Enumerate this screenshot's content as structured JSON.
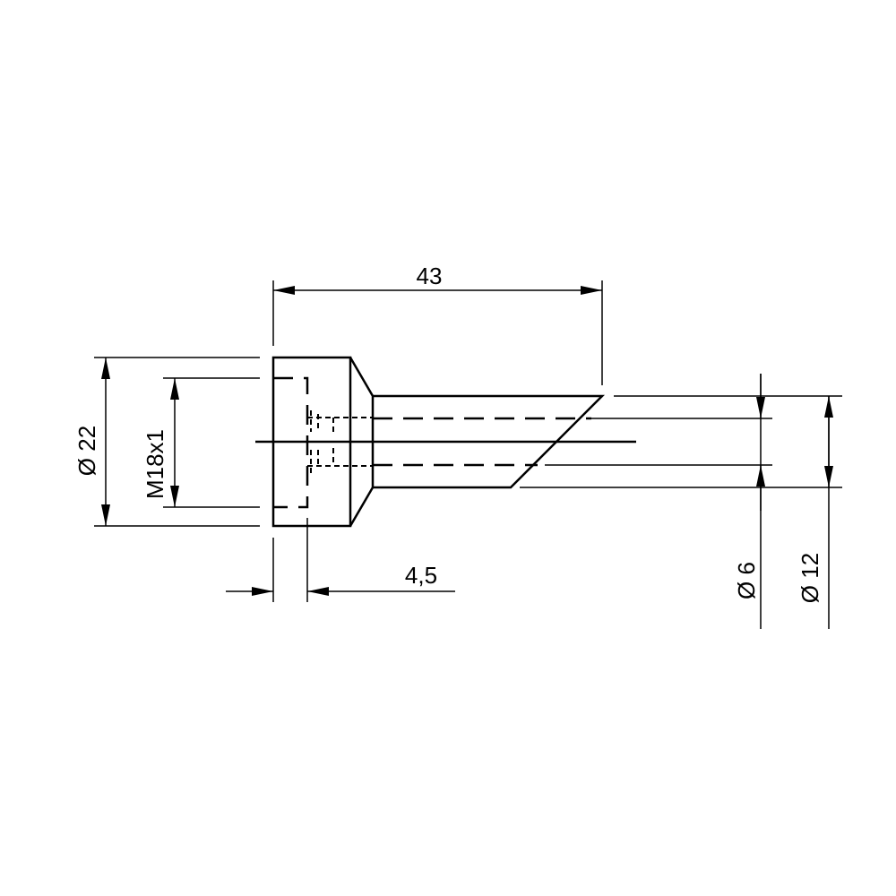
{
  "drawing": {
    "colors": {
      "line": "#000000",
      "background": "#ffffff"
    },
    "dimensions": {
      "overall_length": "43",
      "head_height": "4,5",
      "head_diameter": "Ø 22",
      "thread": "M18x1",
      "inner_diameter": "Ø 6",
      "outer_diameter": "Ø 12"
    }
  }
}
